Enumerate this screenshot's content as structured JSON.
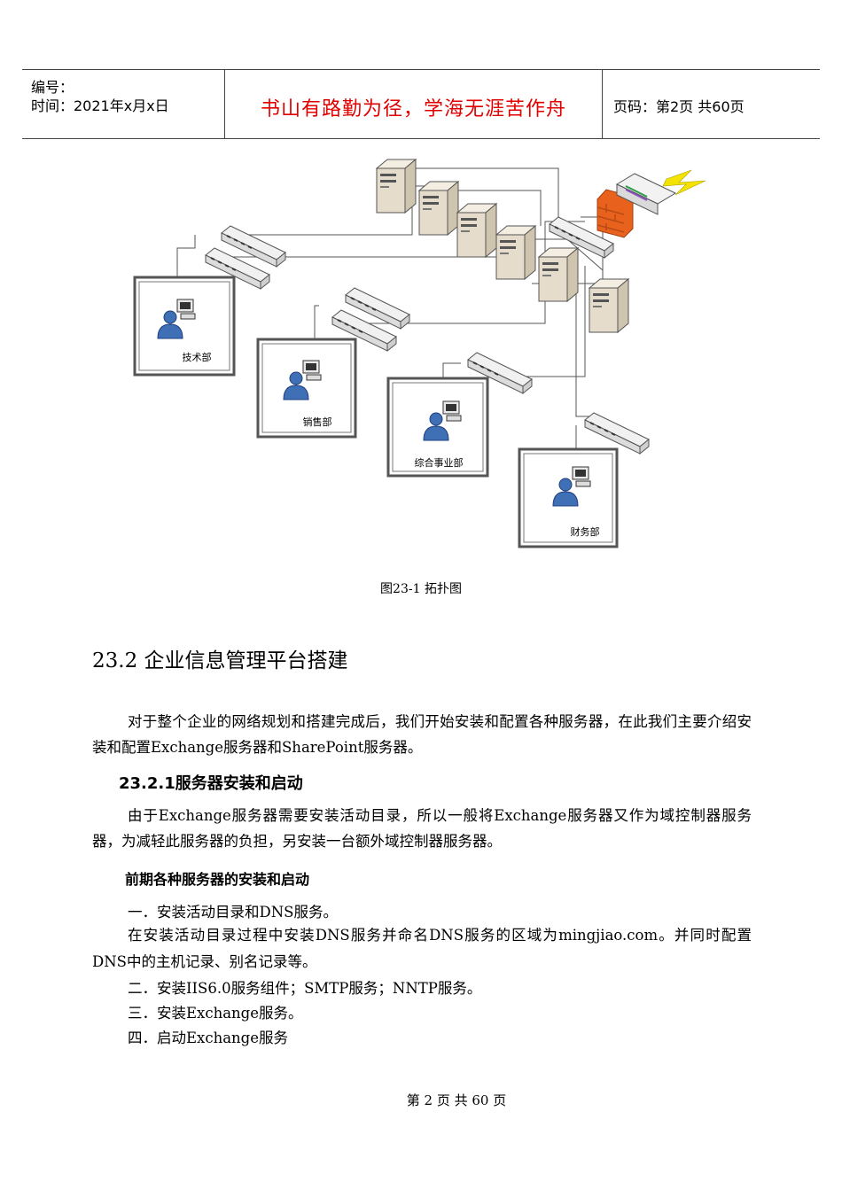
{
  "header": {
    "number_label": "编号：",
    "time_label": "时间：2021年x月x日",
    "motto": "书山有路勤为径，学海无涯苦作舟",
    "page_info": "页码：第2页 共60页"
  },
  "figure": {
    "departments": [
      "技术部",
      "销售部",
      "综合事业部",
      "财务部"
    ],
    "caption": "图23-1 拓扑图"
  },
  "section": {
    "heading": "23.2 企业信息管理平台搭建",
    "intro": "对于整个企业的网络规划和搭建完成后，我们开始安装和配置各种服务器，在此我们主要介绍安装和配置Exchange服务器和SharePoint服务器。",
    "subheading": "23.2.1服务器安装和启动",
    "sub_para": "由于Exchange服务器需要安装活动目录，所以一般将Exchange服务器又作为域控制器服务器，为减轻此服务器的负担，另安装一台额外域控制器服务器。",
    "minor_heading": "前期各种服务器的安装和启动",
    "steps": [
      "一．安装活动目录和DNS服务。",
      "在安装活动目录过程中安装DNS服务并命名DNS服务的区域为mingjiao.com。并同时配置DNS中的主机记录、别名记录等。",
      "二．安装IIS6.0服务组件；SMTP服务；NNTP服务。",
      "三．安装Exchange服务。",
      "四．启动Exchange服务"
    ]
  },
  "footer": {
    "text": "第 2 页 共 60 页"
  },
  "colors": {
    "motto": "#e00000",
    "person": "#3f6fb5",
    "firewall": "#e8621e",
    "server": "#e6dccb"
  }
}
